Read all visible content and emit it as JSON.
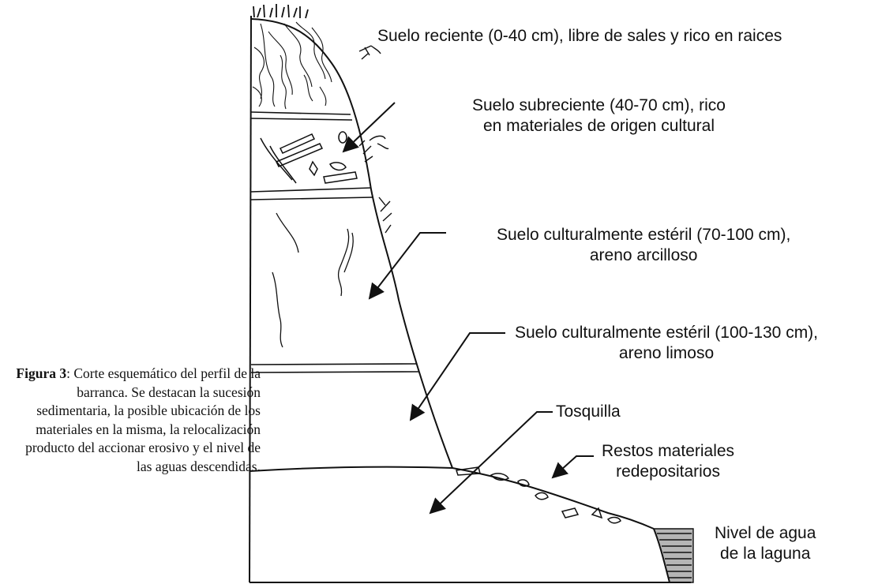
{
  "labels": {
    "layer1": "Suelo reciente (0-40 cm), libre de sales y rico en raices",
    "layer2_line1": "Suelo subreciente (40-70 cm), rico",
    "layer2_line2": "en materiales de origen cultural",
    "layer3_line1": "Suelo culturalmente estéril (70-100 cm),",
    "layer3_line2": "areno arcilloso",
    "layer4_line1": "Suelo culturalmente estéril (100-130 cm),",
    "layer4_line2": "areno limoso",
    "tosquilla": "Tosquilla",
    "restos_line1": "Restos materiales",
    "restos_line2": "redepositarios",
    "agua_line1": "Nivel de agua",
    "agua_line2": "de la laguna"
  },
  "caption": {
    "figure_label": "Figura 3",
    "text": ": Corte esquemático del perfil de la barranca. Se destacan la sucesión sedimentaria, la posible ubicación de los materiales en la misma, la relocalización producto del accionar erosivo y el nivel de las aguas descendidas."
  },
  "colors": {
    "ink": "#111111",
    "background": "#ffffff"
  }
}
